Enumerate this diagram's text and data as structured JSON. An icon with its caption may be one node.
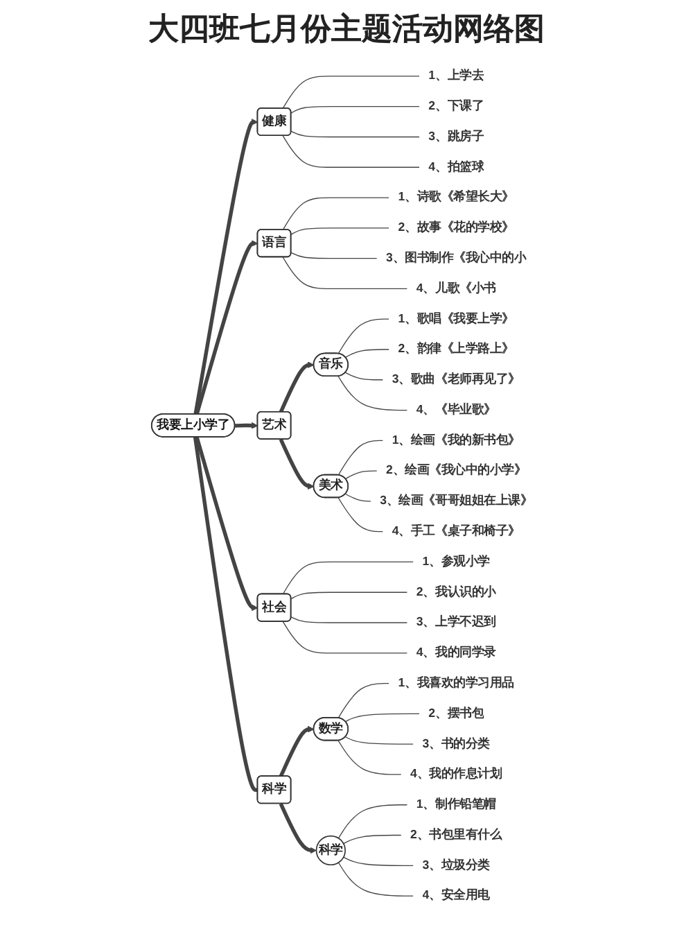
{
  "diagram": {
    "title": "大四班七月份主题活动网络图",
    "nodes": [
      {
        "text": [
          "我要上小学了"
        ]
      },
      {
        "text": [
          "健康"
        ]
      },
      {
        "text": [
          "1、上学去"
        ]
      },
      {
        "text": [
          "2、下课了"
        ]
      },
      {
        "text": [
          "3、跳房子"
        ]
      },
      {
        "text": [
          "4、拍篮球"
        ]
      },
      {
        "text": [
          "语言"
        ]
      },
      {
        "text": [
          "1、诗歌《希望长大》"
        ]
      },
      {
        "text": [
          "2、故事《花的学校》"
        ]
      },
      {
        "text": [
          "3、图书制作《我心中的小"
        ]
      },
      {
        "text": [
          "4、儿歌《小书"
        ]
      },
      {
        "text": [
          "艺术"
        ]
      },
      {
        "text": [
          "音乐"
        ]
      },
      {
        "text": [
          "1、歌唱《我要上学》"
        ]
      },
      {
        "text": [
          "2、韵律《上学路上》"
        ]
      },
      {
        "text": [
          "3、歌曲《老师再见了》"
        ]
      },
      {
        "text": [
          "4、《毕业歌》"
        ]
      },
      {
        "text": [
          "美术"
        ]
      },
      {
        "text": [
          "1、绘画《我的新书包》"
        ]
      },
      {
        "text": [
          "2、绘画《我心中的小学》"
        ]
      },
      {
        "text": [
          "3、绘画《哥哥姐姐在上课》"
        ]
      },
      {
        "text": [
          "4、手工《桌子和椅子》"
        ]
      },
      {
        "text": [
          "社会"
        ]
      },
      {
        "text": [
          "1、参观小学"
        ]
      },
      {
        "text": [
          "2、我认识的小"
        ]
      },
      {
        "text": [
          "3、上学不迟到"
        ]
      },
      {
        "text": [
          "4、我的同学录"
        ]
      },
      {
        "text": [
          "科学"
        ]
      },
      {
        "text": [
          "数学"
        ]
      },
      {
        "text": [
          "1、我喜欢的学习用品"
        ]
      },
      {
        "text": [
          "2、摆书包"
        ]
      },
      {
        "text": [
          "3、书的分类"
        ]
      },
      {
        "text": [
          "4、我的作息计划"
        ]
      },
      {
        "text": [
          "科学"
        ]
      },
      {
        "text": [
          "1、制作铅笔帽"
        ]
      },
      {
        "text": [
          "2、书包里有什么"
        ]
      },
      {
        "text": [
          "3、垃圾分类"
        ]
      },
      {
        "text": [
          "4、安全用电"
        ]
      }
    ],
    "edges": [
      {
        "from": 0,
        "to": 1,
        "arrow": "to",
        "style": "thick"
      },
      {
        "from": 1,
        "to": 2,
        "arrow": "none"
      },
      {
        "from": 1,
        "to": 3,
        "arrow": "none"
      },
      {
        "from": 1,
        "to": 4,
        "arrow": "none"
      },
      {
        "from": 1,
        "to": 5,
        "arrow": "none"
      },
      {
        "from": 0,
        "to": 6,
        "arrow": "to",
        "style": "thick"
      },
      {
        "from": 6,
        "to": 7,
        "arrow": "none"
      },
      {
        "from": 6,
        "to": 8,
        "arrow": "none"
      },
      {
        "from": 6,
        "to": 9,
        "arrow": "none"
      },
      {
        "from": 6,
        "to": 10,
        "arrow": "none"
      },
      {
        "from": 0,
        "to": 11,
        "arrow": "to",
        "style": "thick"
      },
      {
        "from": 11,
        "to": 12,
        "arrow": "to",
        "style": "thick"
      },
      {
        "from": 12,
        "to": 13,
        "arrow": "none"
      },
      {
        "from": 12,
        "to": 14,
        "arrow": "none"
      },
      {
        "from": 12,
        "to": 15,
        "arrow": "none"
      },
      {
        "from": 12,
        "to": 16,
        "arrow": "none"
      },
      {
        "from": 11,
        "to": 17,
        "arrow": "to",
        "style": "thick"
      },
      {
        "from": 17,
        "to": 18,
        "arrow": "none"
      },
      {
        "from": 17,
        "to": 19,
        "arrow": "none"
      },
      {
        "from": 17,
        "to": 20,
        "arrow": "none"
      },
      {
        "from": 17,
        "to": 21,
        "arrow": "none"
      },
      {
        "from": 0,
        "to": 22,
        "arrow": "to",
        "style": "thick"
      },
      {
        "from": 22,
        "to": 23,
        "arrow": "none"
      },
      {
        "from": 22,
        "to": 24,
        "arrow": "none"
      },
      {
        "from": 22,
        "to": 25,
        "arrow": "none"
      },
      {
        "from": 22,
        "to": 26,
        "arrow": "none"
      },
      {
        "from": 0,
        "to": 27,
        "arrow": "none",
        "style": "thick"
      },
      {
        "from": 27,
        "to": 28,
        "arrow": "to",
        "style": "thick"
      },
      {
        "from": 28,
        "to": 29,
        "arrow": "none"
      },
      {
        "from": 28,
        "to": 30,
        "arrow": "none"
      },
      {
        "from": 28,
        "to": 31,
        "arrow": "none"
      },
      {
        "from": 28,
        "to": 32,
        "arrow": "none"
      },
      {
        "from": 27,
        "to": 33,
        "arrow": "to",
        "style": "thick"
      },
      {
        "from": 33,
        "to": 34,
        "arrow": "none"
      },
      {
        "from": 33,
        "to": 35,
        "arrow": "none"
      },
      {
        "from": 33,
        "to": 36,
        "arrow": "none"
      },
      {
        "from": 33,
        "to": 37,
        "arrow": "none"
      }
    ]
  }
}
